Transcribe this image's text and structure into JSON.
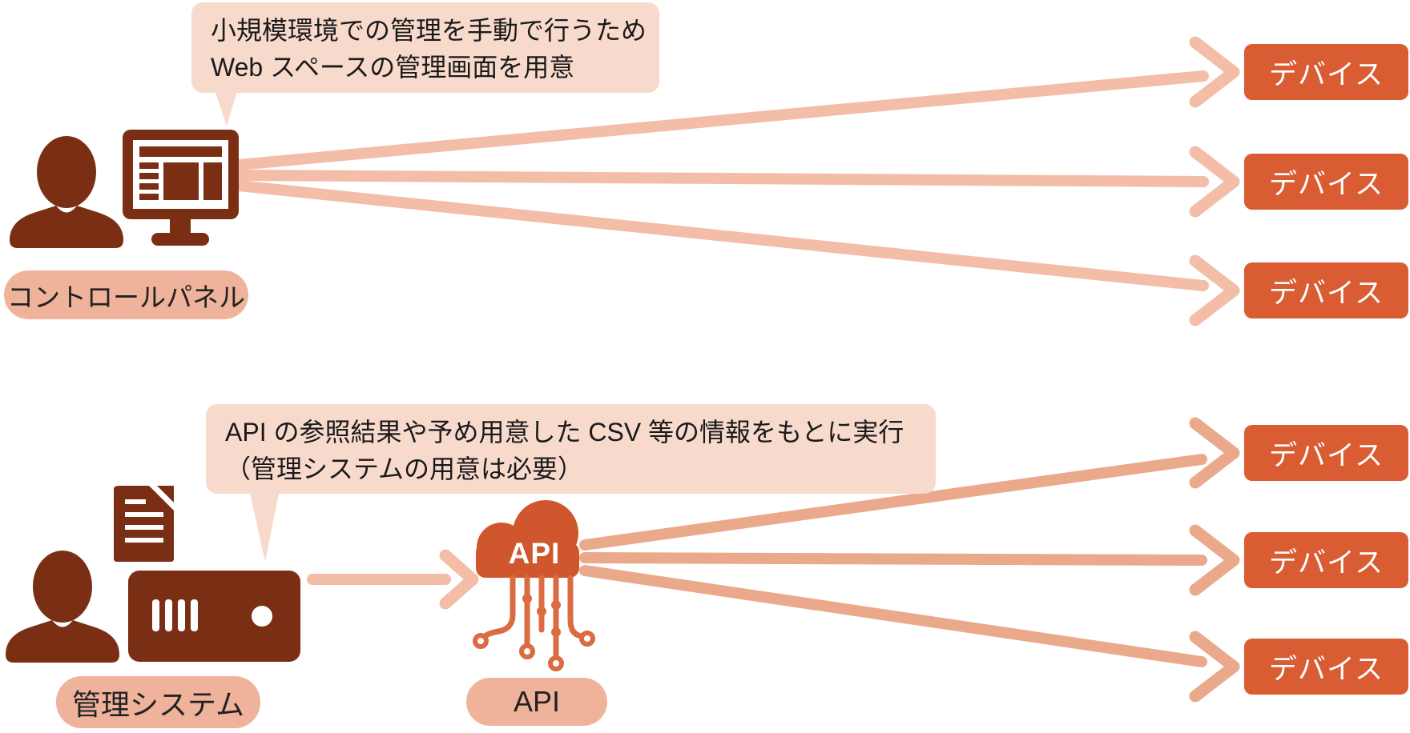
{
  "palette": {
    "icon_dark_brown": "#7A2F14",
    "device_orange": "#D95C33",
    "cloud_orange": "#D0572D",
    "circuit_orange": "#DB6B42",
    "arrow_light_pink": "#F3BDA8",
    "arrow_dark_pink": "#EBA98C",
    "bubble_pink": "#F8DACD",
    "pill_pink": "#EFB29A",
    "text_dark": "#1a1a1a"
  },
  "icons": {
    "operator": "person-silhouette-icon",
    "control_panel": "monitor-browser-icon",
    "management_doc": "document-icon",
    "management_server": "server-icon",
    "api_cloud": "api-cloud-icon",
    "api_circuit": "api-circuit-icon"
  },
  "top_flow": {
    "note_line1": "小規模環境での管理を手動で行うため",
    "note_line2": "Web スペースの管理画面を用意",
    "source_label": "コントロールパネル",
    "devices": [
      "デバイス",
      "デバイス",
      "デバイス"
    ]
  },
  "bottom_flow": {
    "note_line1": "API の参照結果や予め用意した CSV 等の情報をもとに実行",
    "note_line2": "（管理システムの用意は必要）",
    "source_label": "管理システム",
    "api_cloud_label": "API",
    "api_pill_label": "API",
    "devices": [
      "デバイス",
      "デバイス",
      "デバイス"
    ]
  }
}
